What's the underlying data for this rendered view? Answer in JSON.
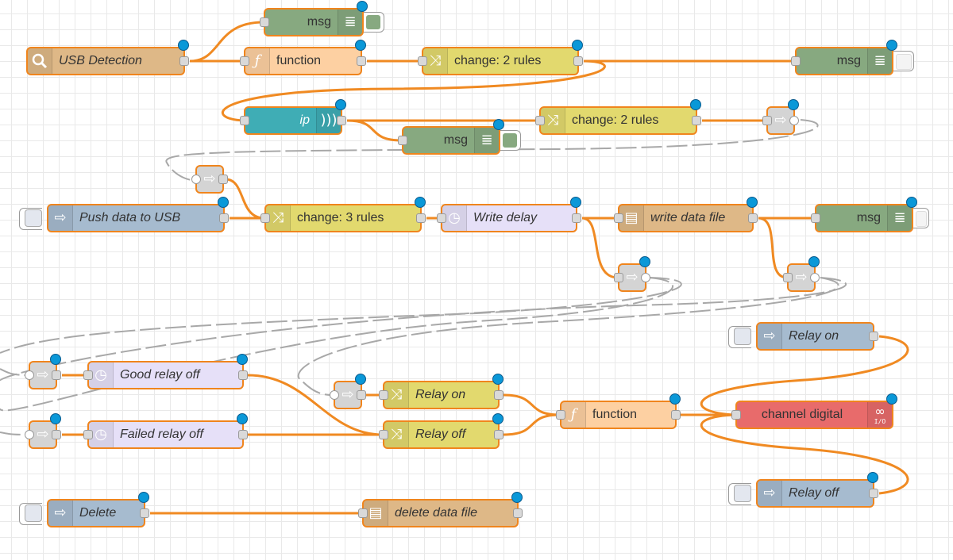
{
  "colors": {
    "wire": "#f08a22",
    "status_dot": "#0a98d8",
    "debug": "#87a980",
    "function": "#fdd0a2",
    "change": "#e2d96e",
    "inject": "#a6bbcf",
    "delay": "#e6e0f8",
    "file": "#deb887",
    "link": "#dddddd",
    "tcp": "#3fadb5",
    "arduino": "#e86b6b",
    "usb": "#deb887"
  },
  "nodes": {
    "usb_detection": {
      "label": "USB Detection",
      "icon": "search-icon"
    },
    "msg_top": {
      "label": "msg",
      "icon": "debug-list-icon"
    },
    "function_top": {
      "label": "function",
      "icon": "function-icon"
    },
    "change_top": {
      "label": "change: 2 rules",
      "icon": "shuffle-icon"
    },
    "msg_right_top": {
      "label": "msg",
      "icon": "debug-list-icon"
    },
    "ip": {
      "label": "ip",
      "icon": "wifi-icon"
    },
    "msg_mid": {
      "label": "msg",
      "icon": "debug-list-icon"
    },
    "change_mid": {
      "label": "change: 2 rules",
      "icon": "shuffle-icon"
    },
    "push_data": {
      "label": "Push data to USB",
      "icon": "arrow-right-icon"
    },
    "change_3": {
      "label": "change: 3 rules",
      "icon": "shuffle-icon"
    },
    "write_delay": {
      "label": "Write delay",
      "icon": "timer-icon"
    },
    "write_file": {
      "label": "write data file",
      "icon": "file-icon"
    },
    "msg_write": {
      "label": "msg",
      "icon": "debug-list-icon"
    },
    "relay_on_inject": {
      "label": "Relay on",
      "icon": "arrow-right-icon"
    },
    "good_relay_off": {
      "label": "Good relay off",
      "icon": "timer-icon"
    },
    "failed_relay_off": {
      "label": "Failed relay off",
      "icon": "timer-icon"
    },
    "relay_on_change": {
      "label": "Relay on",
      "icon": "shuffle-icon"
    },
    "relay_off_change": {
      "label": "Relay off",
      "icon": "shuffle-icon"
    },
    "function_bottom": {
      "label": "function",
      "icon": "function-icon"
    },
    "channel_digital": {
      "label": "channel digital",
      "icon": "arduino-icon",
      "io": "I/O"
    },
    "relay_off_inject": {
      "label": "Relay off",
      "icon": "arrow-right-icon"
    },
    "delete": {
      "label": "Delete",
      "icon": "arrow-right-icon"
    },
    "delete_file": {
      "label": "delete data file",
      "icon": "file-icon"
    }
  }
}
